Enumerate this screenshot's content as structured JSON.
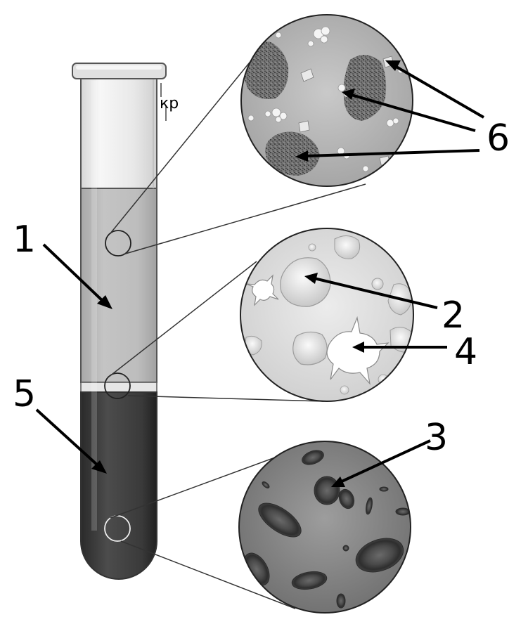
{
  "figure": {
    "labels": {
      "plasma": "1",
      "white_cell": "2",
      "red_cell": "3",
      "platelet": "4",
      "red_layer": "5",
      "plasma_components": "6"
    },
    "tube_marking": "кр"
  },
  "colors": {
    "plasma": "#b9b9b9",
    "buffy_coat": "#e2e2e2",
    "red_layer": "#3c3c3c",
    "glass": "#ececec",
    "lens_bg_top": "#b3b3b3",
    "lens_bg_mid": "#dedede",
    "lens_bg_bottom": "#8a8a8a"
  }
}
